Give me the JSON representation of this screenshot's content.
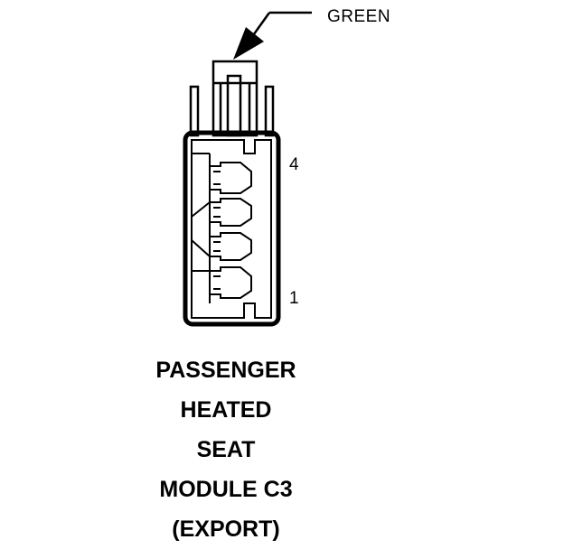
{
  "callout": {
    "label": "GREEN"
  },
  "pins": {
    "top": "4",
    "bottom": "1"
  },
  "title": {
    "line1": "PASSENGER",
    "line2": "HEATED",
    "line3": "SEAT",
    "line4": "MODULE C3",
    "line5": "(EXPORT)"
  }
}
